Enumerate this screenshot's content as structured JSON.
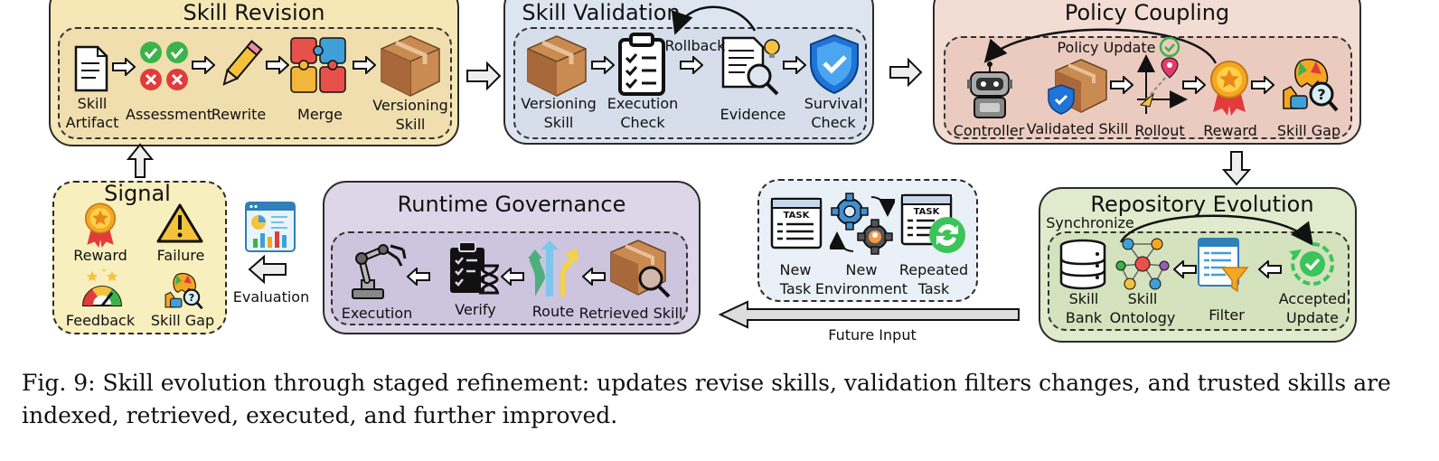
{
  "revision": {
    "title": "Skill Revision",
    "labels": {
      "artifact": "Skill\nArtifact",
      "assessment": "Assessment",
      "rewrite": "Rewrite",
      "merge": "Merge",
      "versioning": "Versioning\nSkill"
    }
  },
  "validation": {
    "title": "Skill Validation",
    "labels": {
      "versioning": "Versioning\nSkill",
      "execution": "Execution\nCheck",
      "rollback": "Rollback",
      "evidence": "Evidence",
      "survival": "Survival\nCheck"
    }
  },
  "policy": {
    "title": "Policy Coupling",
    "labels": {
      "update": "Policy Update",
      "controller": "Controller",
      "validated": "Validated Skill",
      "rollout": "Rollout",
      "reward": "Reward",
      "gap": "Skill Gap"
    }
  },
  "signal": {
    "title": "Signal",
    "labels": {
      "reward": "Reward",
      "failure": "Failure",
      "feedback": "Feedback",
      "gap": "Skill Gap"
    }
  },
  "evaluation": {
    "label": "Evaluation"
  },
  "runtime": {
    "title": "Runtime Governance",
    "labels": {
      "execution": "Execution",
      "verify": "Verify",
      "route": "Route",
      "retrieved": "Retrieved Skill"
    }
  },
  "inputs": {
    "task_badge": "TASK",
    "labels": {
      "new_task": "New\nTask",
      "new_env": "New\nEnvironment",
      "repeated": "Repeated\nTask"
    },
    "future": "Future Input"
  },
  "repository": {
    "title": "Repository Evolution",
    "labels": {
      "sync": "Synchronize",
      "bank": "Skill\nBank",
      "ontology": "Skill\nOntology",
      "filter": "Filter",
      "accepted": "Accepted\nUpdate"
    }
  },
  "caption": "Fig. 9: Skill evolution through staged refinement: updates revise skills, validation filters changes, and trusted skills are indexed, retrieved, executed, and further improved.",
  "colors": {
    "revision_bg": "#f5e7b6",
    "revision_inner": "#f1deae",
    "validation_bg": "#dde6f0",
    "validation_inner": "#d5deea",
    "policy_bg": "#f3dcd3",
    "policy_inner": "#ebcbbf",
    "signal_bg": "#f7efbd",
    "runtime_bg": "#dcd6e8",
    "runtime_inner": "#cdc4de",
    "inputs_bg": "#eaf0f7",
    "repo_bg": "#e0eacc",
    "repo_inner": "#d4e2bd"
  }
}
